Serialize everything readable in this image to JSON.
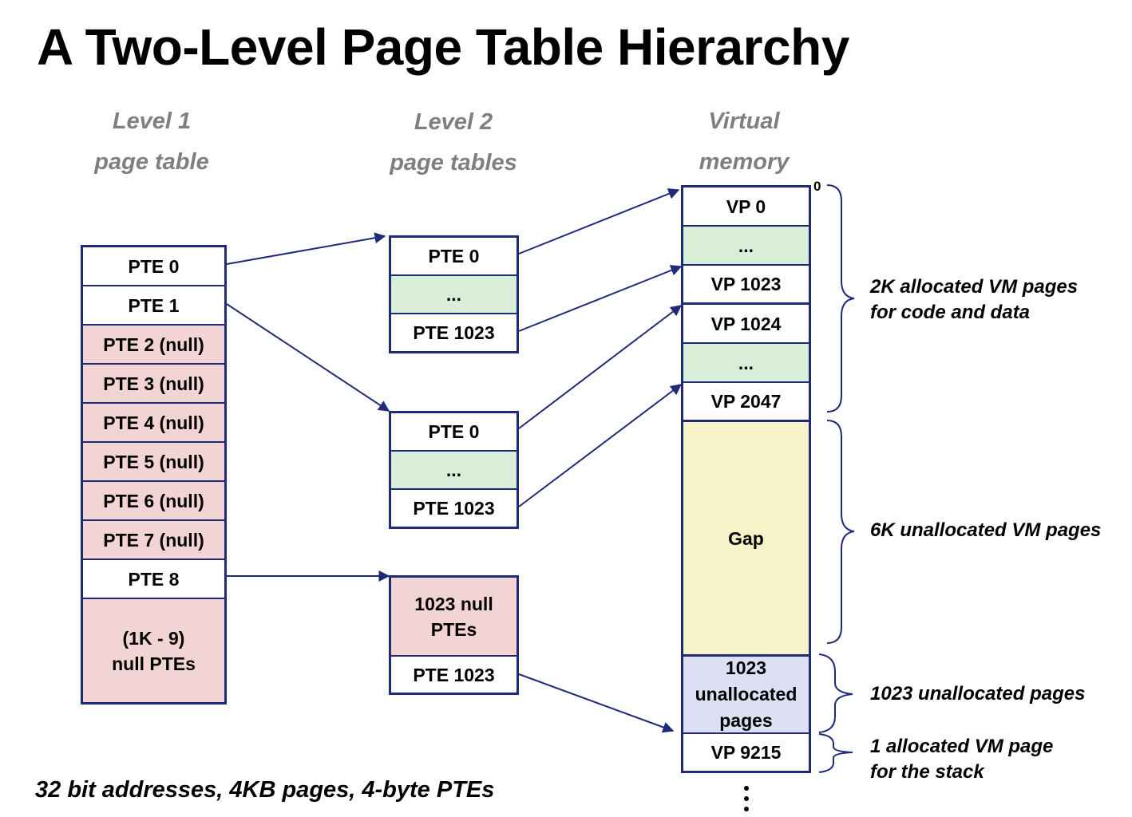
{
  "title": "A Two-Level Page Table Hierarchy",
  "columns": {
    "level1": "Level 1\npage table",
    "level2": "Level 2\npage tables",
    "vm": "Virtual\nmemory"
  },
  "level1_table": [
    "PTE 0",
    "PTE 1",
    "PTE 2 (null)",
    "PTE 3 (null)",
    "PTE 4 (null)",
    "PTE 5 (null)",
    "PTE 6 (null)",
    "PTE 7 (null)",
    "PTE 8",
    "(1K - 9)\nnull PTEs"
  ],
  "level2_table_a": [
    "PTE 0",
    "...",
    "PTE 1023"
  ],
  "level2_table_b": [
    "PTE 0",
    "...",
    "PTE 1023"
  ],
  "level2_table_c": [
    "1023 null\nPTEs",
    "PTE 1023"
  ],
  "virtual_memory": [
    "VP 0",
    "...",
    "VP 1023",
    "VP 1024",
    "...",
    "VP 2047",
    "Gap",
    "1023\nunallocated\npages",
    "VP 9215"
  ],
  "address_zero": "0",
  "annotations": {
    "allocated_code": "2K allocated VM pages\nfor code and data",
    "unallocated_gap": "6K unallocated VM pages",
    "unallocated_pages": "1023 unallocated  pages",
    "stack_page": "1 allocated VM page\nfor the stack"
  },
  "footer": "32 bit addresses, 4KB pages, 4-byte PTEs",
  "colors": {
    "border": "#1f2a78",
    "null_entry": "#f2d4d4",
    "elided_entry": "#d8eed8",
    "gap": "#f7f3c9",
    "unallocated": "#dde0f4",
    "column_heading": "#7f7f7f"
  }
}
